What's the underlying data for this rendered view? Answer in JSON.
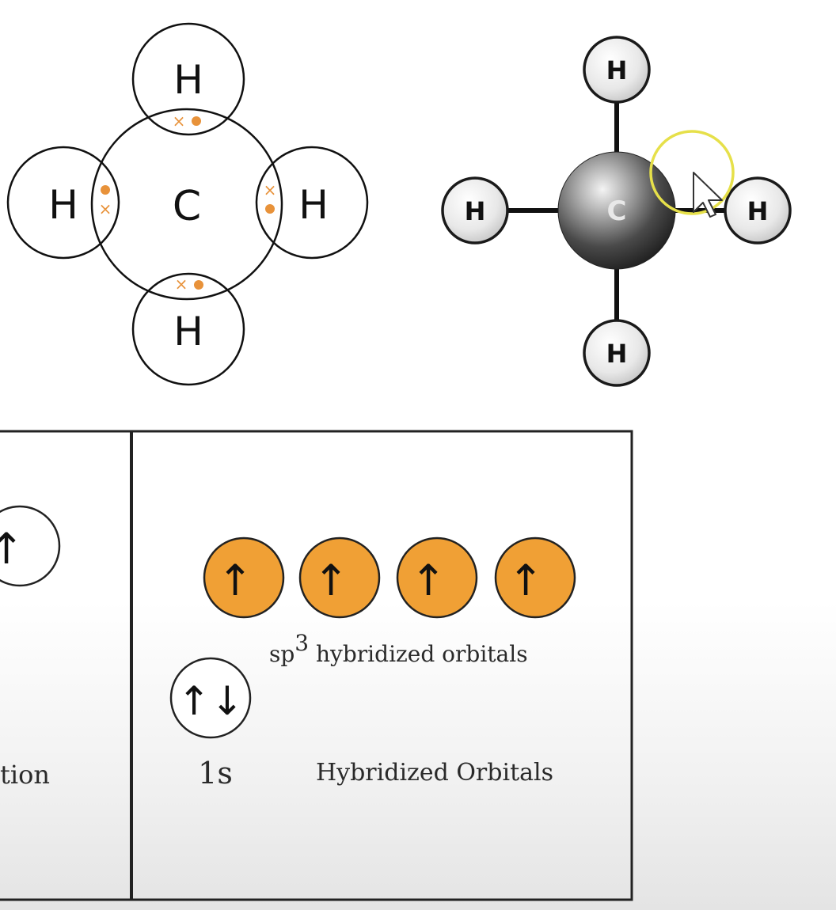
{
  "dot_cross": {
    "center_label": "C",
    "top_label": "H",
    "left_label": "H",
    "right_label": "H",
    "bottom_label": "H",
    "cross_symbol": "×",
    "cross_color": "#e8923a",
    "dot_color": "#e8923a"
  },
  "ball_stick": {
    "center_label": "C",
    "top_label": "H",
    "left_label": "H",
    "right_label": "H",
    "bottom_label": "H"
  },
  "cursor": {
    "highlight_color": "#e6e04a"
  },
  "left_panel": {
    "orbital_arrow": "↑",
    "caption_partial": "tion"
  },
  "right_panel": {
    "sp3_orbital_arrows": [
      "↑",
      "↑",
      "↑",
      "↑"
    ],
    "sp3_color": "#f0a035",
    "sp3_label_prefix": "sp",
    "sp3_label_superscript": "3",
    "sp3_label_suffix": " hybridized orbitals",
    "one_s_arrows": "↑↓",
    "one_s_label": "1s",
    "caption": "Hybridized Orbitals"
  }
}
